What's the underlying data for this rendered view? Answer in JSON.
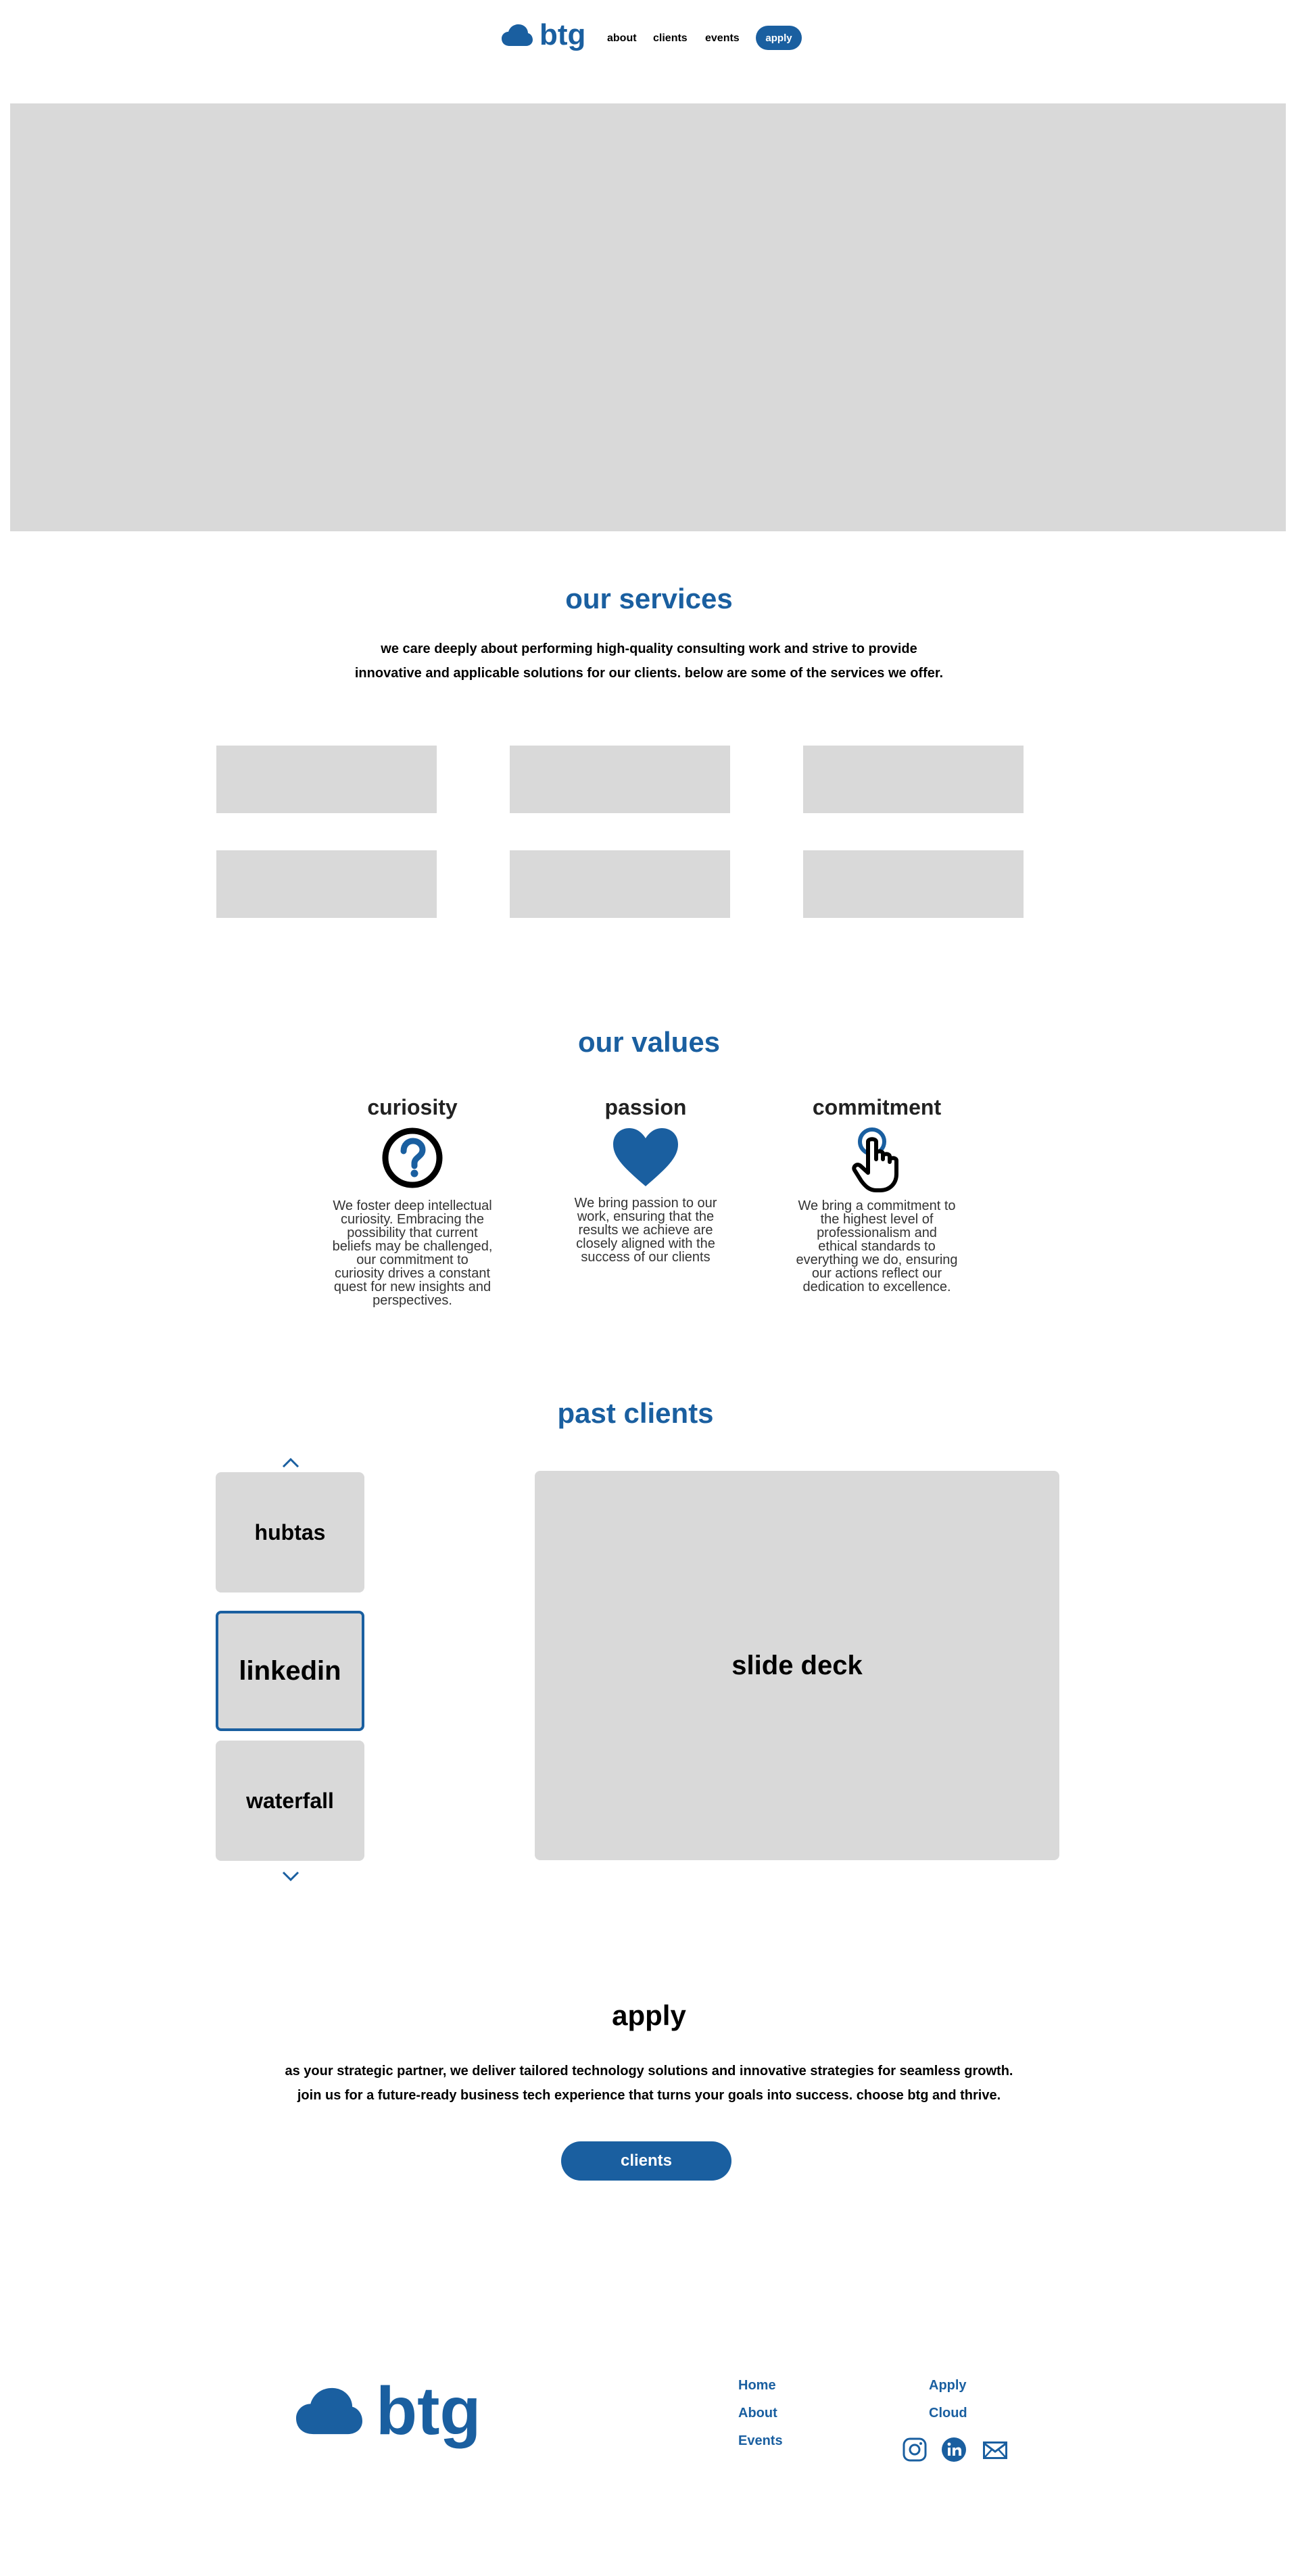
{
  "brand": {
    "name": "btg",
    "color": "#1a5fa0"
  },
  "nav": {
    "items": [
      {
        "label": "about",
        "active": false
      },
      {
        "label": "clients",
        "active": true
      },
      {
        "label": "events",
        "active": false
      }
    ],
    "apply_label": "apply"
  },
  "services": {
    "title": "our services",
    "description_line1": "we care deeply about performing high-quality consulting work and strive to provide",
    "description_line2": "innovative and applicable solutions for our clients. below are some of the services we offer."
  },
  "values": {
    "title": "our values",
    "items": [
      {
        "title": "curiosity",
        "icon": "question-circle-icon",
        "lines": [
          "We foster deep intellectual",
          "curiosity. Embracing the",
          "possibility that current",
          "beliefs may be challenged,",
          "our commitment to",
          "curiosity drives a constant",
          "quest for new insights and",
          "perspectives."
        ]
      },
      {
        "title": "passion",
        "icon": "heart-icon",
        "lines": [
          "We bring passion to our",
          "work, ensuring that the",
          "results we achieve are",
          "closely aligned with the",
          "success of our clients"
        ]
      },
      {
        "title": "commitment",
        "icon": "pointer-hand-icon",
        "lines": [
          "We bring a commitment to",
          "the highest level of",
          "professionalism and",
          "ethical standards to",
          "everything we do, ensuring",
          "our actions reflect our",
          "dedication to excellence."
        ]
      }
    ]
  },
  "clients": {
    "title": "past clients",
    "items": [
      {
        "label": "hubtas",
        "selected": false
      },
      {
        "label": "linkedin",
        "selected": true
      },
      {
        "label": "waterfall",
        "selected": false
      }
    ],
    "slide_label": "slide deck"
  },
  "apply": {
    "title": "apply",
    "line1": "as your strategic partner, we deliver tailored technology solutions and innovative strategies for seamless growth.",
    "line2": "join us for a future-ready business tech experience that turns your goals into success. choose btg and thrive.",
    "button_label": "clients"
  },
  "footer": {
    "col1": [
      "Home",
      "About",
      "Events"
    ],
    "col2": [
      "Apply",
      "Cloud"
    ],
    "social": [
      "instagram-icon",
      "linkedin-icon",
      "mail-icon"
    ]
  }
}
